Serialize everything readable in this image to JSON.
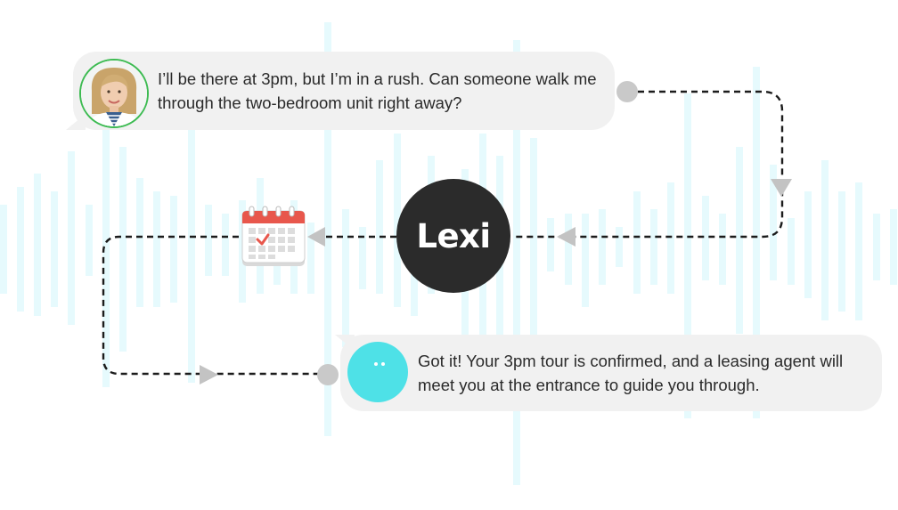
{
  "user_message": {
    "text": "I’ll be there at 3pm, but I’m in a rush. Can someone walk me through the two-bedroom unit right away?",
    "avatar_icon": "user-photo-icon"
  },
  "assistant": {
    "name": "Lexi",
    "node_color": "#2b2b2b"
  },
  "bot_message": {
    "text": "Got it! Your 3pm tour is confirmed, and a leasing agent will meet you at the entrance to guide you through.",
    "avatar_icon": "bot-face-icon",
    "avatar_color": "#4ee1e7"
  },
  "scheduler": {
    "icon": "calendar-check-icon",
    "accent_color": "#e8574c",
    "check_color": "#e8574c"
  },
  "colors": {
    "bubble_bg": "#f1f1f1",
    "connector": "#1c1c1c",
    "arrow": "#c3c3c3",
    "wave": "#e6fafd"
  }
}
